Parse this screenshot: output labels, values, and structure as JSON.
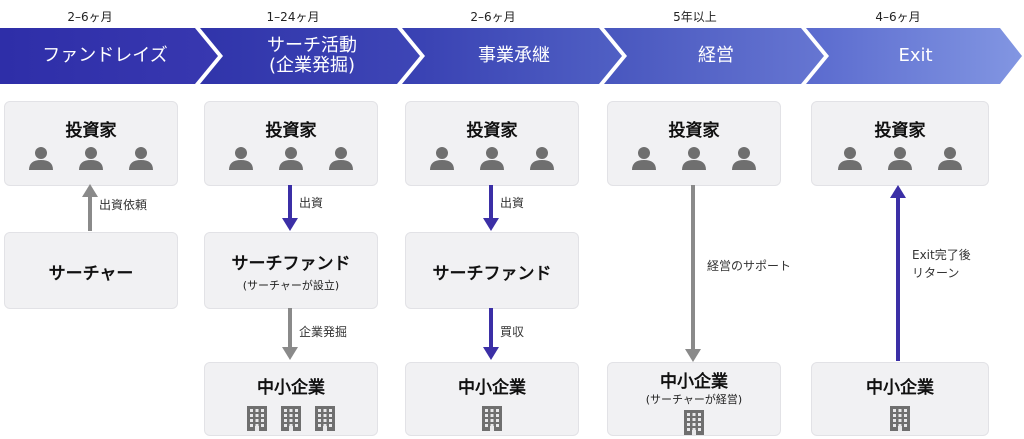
{
  "colors": {
    "arrow_dark": "#2e2ea8",
    "arrow_light": "#7888d8",
    "person": "#6f6f6f",
    "flow_purple": "#3b2fa6",
    "flow_gray": "#8a8a8a",
    "box_bg": "#f1f1f3"
  },
  "phases": [
    {
      "duration": "2–6ヶ月",
      "title": "ファンドレイズ"
    },
    {
      "duration": "1–24ヶ月",
      "title": "サーチ活動",
      "title2": "(企業発掘)"
    },
    {
      "duration": "2–6ヶ月",
      "title": "事業承継"
    },
    {
      "duration": "5年以上",
      "title": "経営"
    },
    {
      "duration": "4–6ヶ月",
      "title": "Exit"
    }
  ],
  "investor_label": "投資家",
  "columns": [
    {
      "mid_title": "サーチャー",
      "flow_label": "出資依頼"
    },
    {
      "mid_title": "サーチファンド",
      "mid_sub": "(サーチャーが設立)",
      "flow_label": "出資",
      "flow2_label": "企業発掘",
      "bottom_title": "中小企業"
    },
    {
      "mid_title": "サーチファンド",
      "flow_label": "出資",
      "flow2_label": "買収",
      "bottom_title": "中小企業"
    },
    {
      "flow_label": "経営のサポート",
      "bottom_title": "中小企業",
      "bottom_sub": "(サーチャーが経営)"
    },
    {
      "flow_label_line1": "Exit完了後",
      "flow_label_line2": "リターン",
      "bottom_title": "中小企業"
    }
  ]
}
